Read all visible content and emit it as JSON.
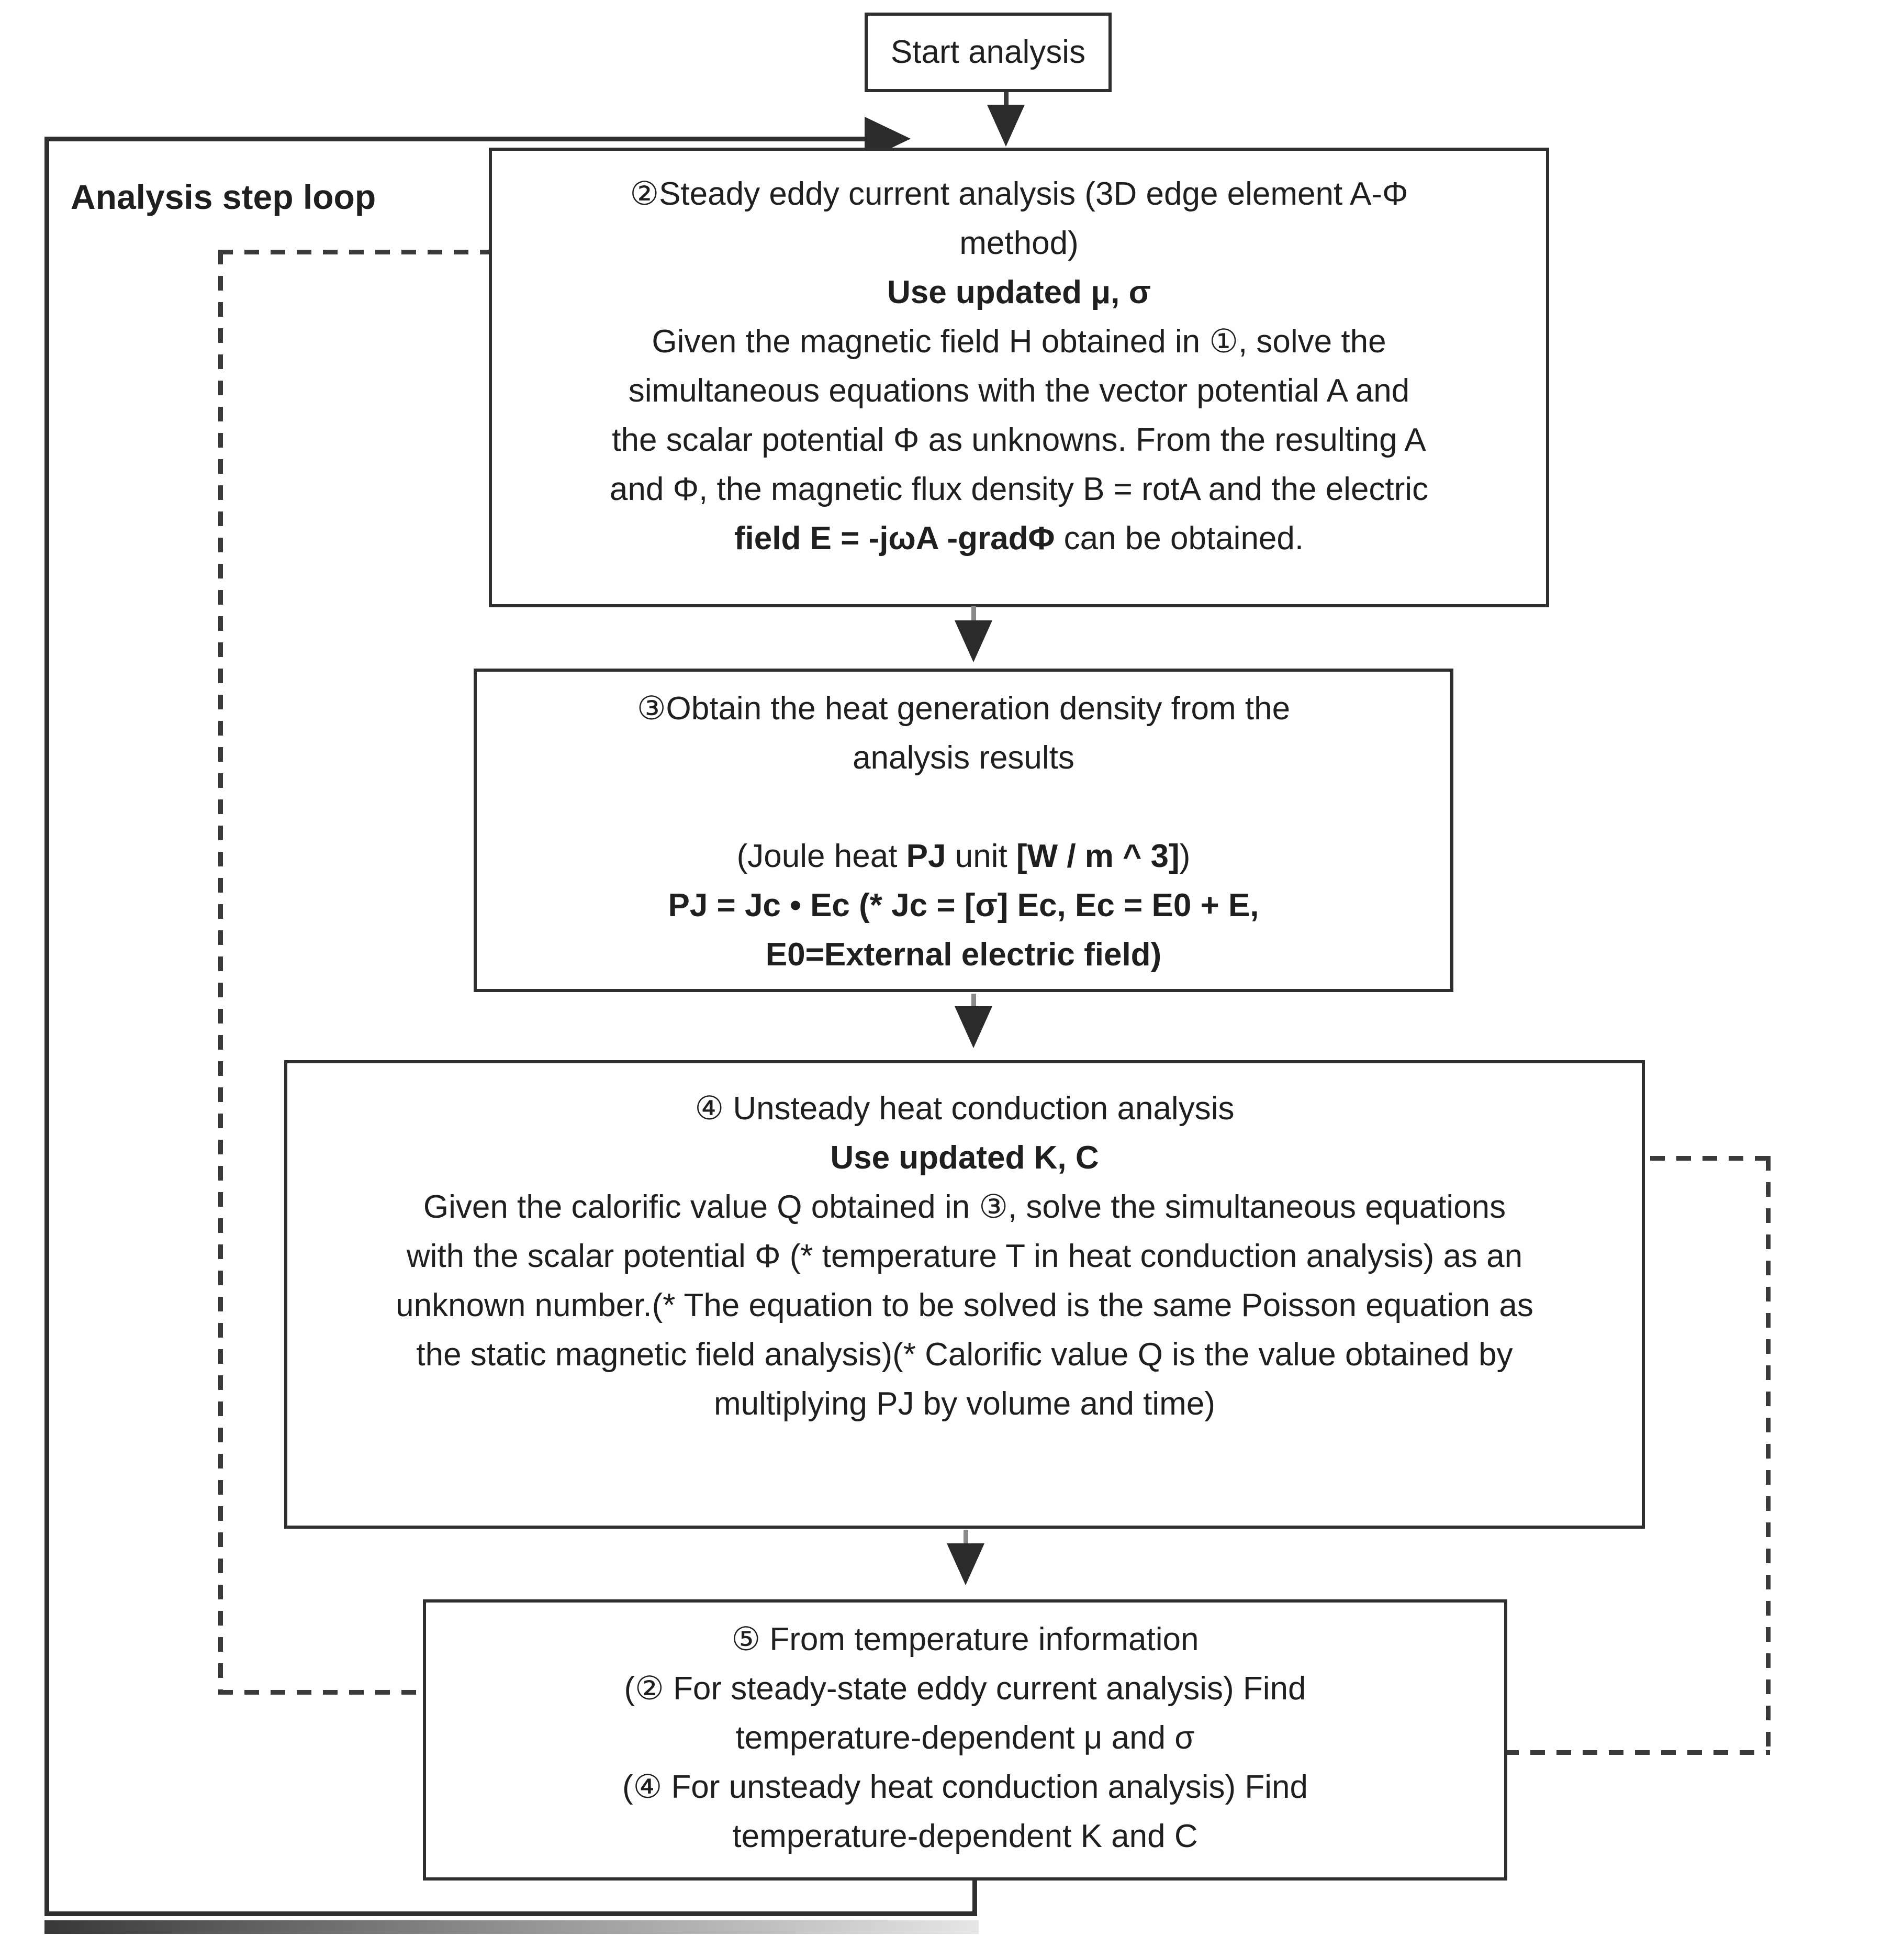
{
  "loop_label": "Analysis step loop",
  "start_label": "Start analysis",
  "colors": {
    "line": "#2f2f2f",
    "text": "#1f1f1f",
    "background": "#ffffff"
  },
  "box2": {
    "lines": [
      "②Steady eddy current analysis (3D edge element A-Φ",
      "method)",
      "Use updated μ, σ",
      "Given the magnetic field H obtained in ①, solve the",
      "simultaneous equations with the vector potential A and",
      "the scalar potential Φ as unknowns. From the resulting A",
      "and Φ, the magnetic flux density B = rotA and the electric"
    ],
    "last_line_bold": "field E = -jωA -gradΦ",
    "last_line_rest": " can be obtained."
  },
  "box3": {
    "lines": [
      "③Obtain the heat generation density from the",
      "analysis results"
    ],
    "joule": {
      "pre": "(Joule heat ",
      "pj": "PJ",
      "mid": " unit ",
      "unit": "[W / m ^ 3]",
      "post": ")"
    },
    "eq1": "PJ = Jc • Ec (* Jc = [σ] Ec, Ec = E0 + E,",
    "eq2": "E0=External electric field)"
  },
  "box4": {
    "lines": [
      "④ Unsteady heat conduction analysis",
      "Use updated K, C",
      "Given the calorific value Q obtained in ③, solve the simultaneous equations",
      "with the scalar potential Φ (* temperature T in heat conduction analysis) as an",
      "unknown number.(* The equation to be solved is the same Poisson equation as",
      "the static magnetic field analysis)(* Calorific value Q is the value obtained by",
      "multiplying PJ by volume and time)"
    ]
  },
  "box5": {
    "lines": [
      "⑤ From temperature information",
      "(② For steady-state eddy current analysis) Find",
      "temperature-dependent μ and σ",
      "(④ For unsteady heat conduction analysis) Find",
      "temperature-dependent K and C"
    ]
  }
}
